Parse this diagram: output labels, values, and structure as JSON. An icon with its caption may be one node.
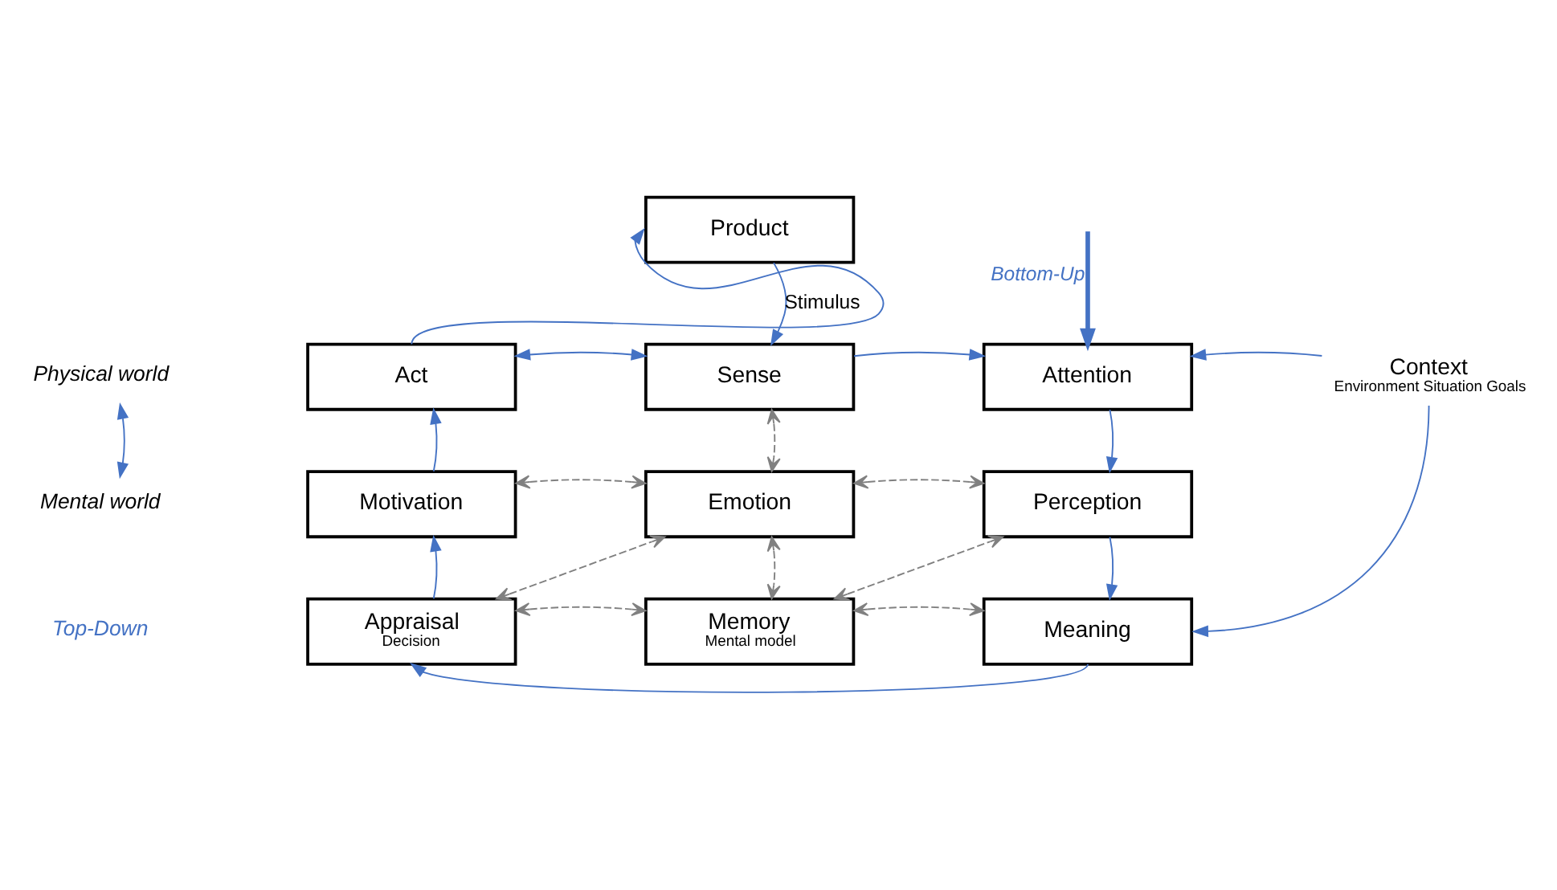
{
  "diagram": {
    "nodes": [
      {
        "text": [
          "Product"
        ]
      },
      {
        "text": [
          "Act"
        ]
      },
      {
        "text": [
          "Sense"
        ]
      },
      {
        "text": [
          "Attention"
        ]
      },
      {
        "text": [
          "Context",
          "Environment Situation Goals"
        ]
      },
      {
        "text": [
          "Motivation"
        ]
      },
      {
        "text": [
          "Emotion"
        ]
      },
      {
        "text": [
          "Perception"
        ]
      },
      {
        "text": [
          "Appraisal",
          "Decision"
        ]
      },
      {
        "text": [
          "Memory",
          "Mental model"
        ]
      },
      {
        "text": [
          "Meaning"
        ]
      },
      {
        "text": [
          "Physical world"
        ]
      },
      {
        "text": [
          "Mental world"
        ]
      }
    ],
    "edges": [
      {
        "from": 1,
        "to": 0,
        "arrow": "to"
      },
      {
        "from": 0,
        "to": 2,
        "arrow": "to",
        "label": "Stimulus"
      },
      {
        "from": null,
        "to": 3,
        "arrow": "to",
        "label": "Bottom-Up",
        "style": "thick"
      },
      {
        "from": 1,
        "to": 2,
        "arrow": "both"
      },
      {
        "from": 2,
        "to": 3,
        "arrow": "to"
      },
      {
        "from": 4,
        "to": 3,
        "arrow": "to"
      },
      {
        "from": 2,
        "to": 6,
        "arrow": "both",
        "style": "dashed",
        "color": "#808080"
      },
      {
        "from": 5,
        "to": 1,
        "arrow": "to"
      },
      {
        "from": 3,
        "to": 7,
        "arrow": "to"
      },
      {
        "from": 5,
        "to": 6,
        "arrow": "both",
        "style": "dashed",
        "color": "#808080"
      },
      {
        "from": 6,
        "to": 7,
        "arrow": "both",
        "style": "dashed",
        "color": "#808080"
      },
      {
        "from": 8,
        "to": 5,
        "arrow": "to"
      },
      {
        "from": 8,
        "to": 6,
        "arrow": "both",
        "style": "dashed",
        "color": "#808080"
      },
      {
        "from": 6,
        "to": 9,
        "arrow": "both",
        "style": "dashed",
        "color": "#808080"
      },
      {
        "from": 9,
        "to": 7,
        "arrow": "both",
        "style": "dashed",
        "color": "#808080"
      },
      {
        "from": 7,
        "to": 10,
        "arrow": "to"
      },
      {
        "from": 4,
        "to": 10,
        "arrow": "to"
      },
      {
        "from": 8,
        "to": 9,
        "arrow": "both",
        "style": "dashed",
        "color": "#808080"
      },
      {
        "from": 9,
        "to": 10,
        "arrow": "both",
        "style": "dashed",
        "color": "#808080"
      },
      {
        "from": 10,
        "to": 8,
        "arrow": "to"
      },
      {
        "from": 11,
        "to": 12,
        "arrow": "both"
      }
    ],
    "labels": [
      "Top-Down"
    ]
  }
}
